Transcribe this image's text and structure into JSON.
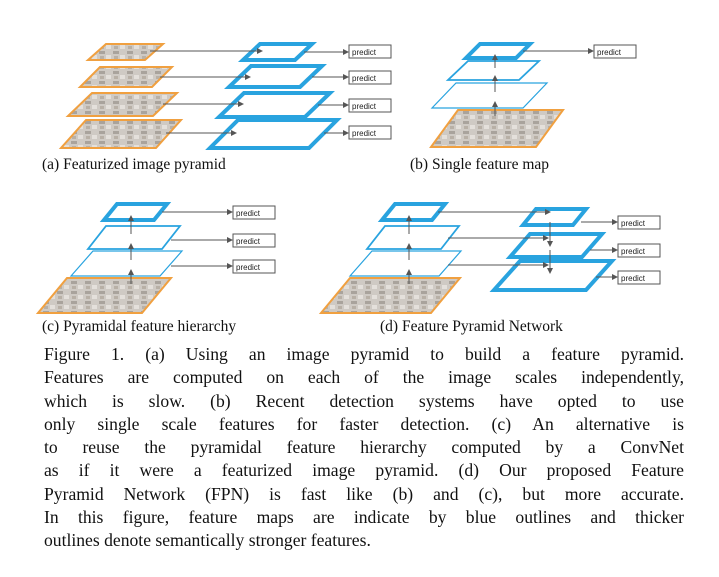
{
  "figure": {
    "predict_label": "predict",
    "colors": {
      "feature_map": "#29a3df",
      "image": "#f0a040",
      "arrow": "#555555"
    },
    "panels": [
      {
        "id": "a",
        "caption": "(a) Featurized image pyramid"
      },
      {
        "id": "b",
        "caption": "(b) Single feature map"
      },
      {
        "id": "c",
        "caption": "(c) Pyramidal feature hierarchy"
      },
      {
        "id": "d",
        "caption": "(d) Feature Pyramid Network"
      }
    ]
  },
  "caption": {
    "lines": [
      "Figure 1. (a) Using an image pyramid to build a feature pyramid.",
      "Features are computed on each of the image scales independently,",
      "which is slow.  (b) Recent detection systems have opted to use",
      "only single scale features for faster detection. (c) An alternative is",
      "to reuse the pyramidal feature hierarchy computed by a ConvNet",
      "as if it were a featurized image pyramid. (d) Our proposed Feature",
      "Pyramid Network (FPN) is fast like (b) and (c), but more accurate.",
      "In this figure, feature maps are indicate by blue outlines and thicker",
      "outlines denote semantically stronger features."
    ]
  }
}
